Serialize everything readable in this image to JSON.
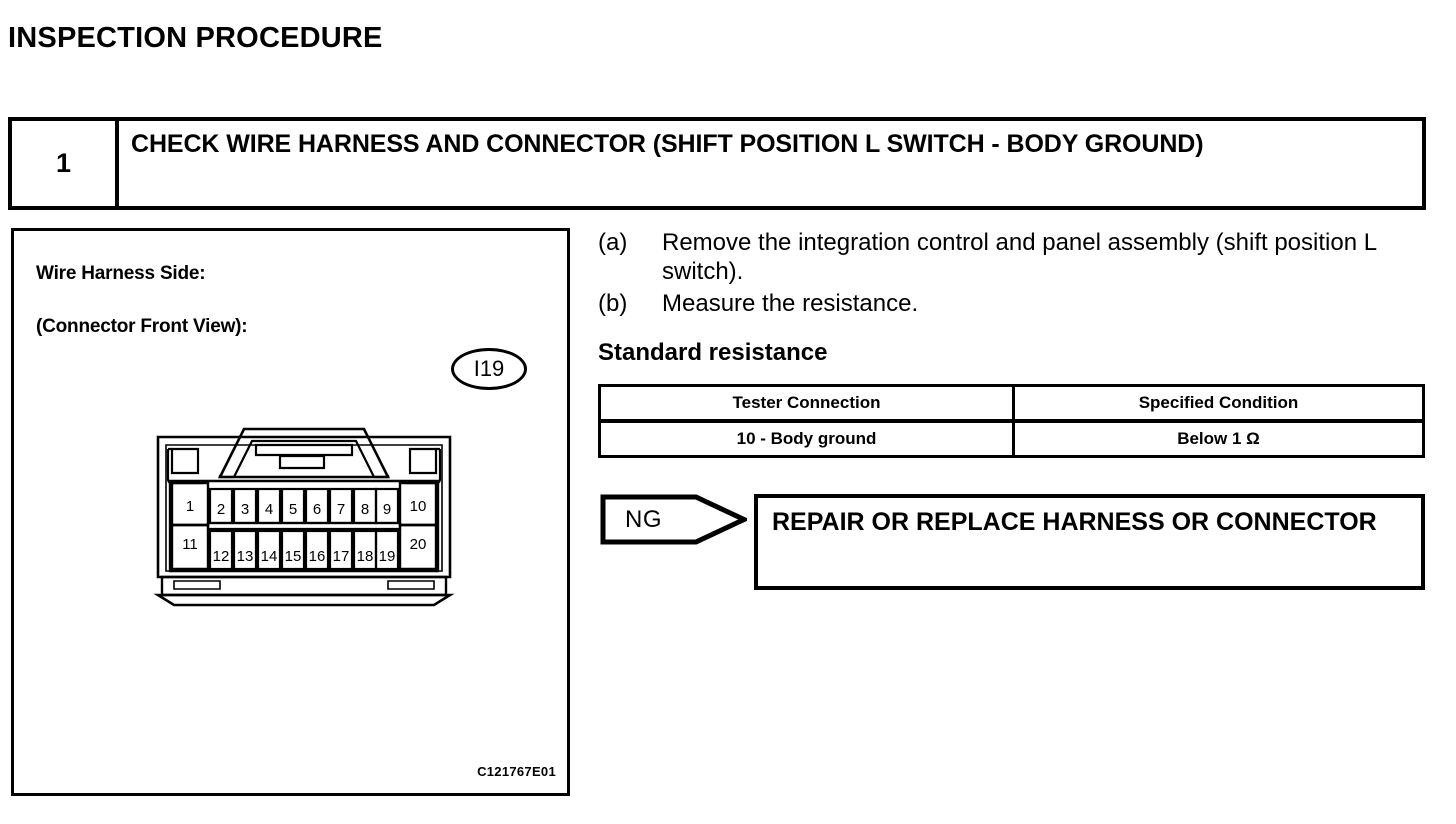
{
  "page_title": "INSPECTION PROCEDURE",
  "step": {
    "number": "1",
    "title": "CHECK WIRE HARNESS AND CONNECTOR (SHIFT POSITION L SWITCH - BODY GROUND)"
  },
  "figure": {
    "caption_line1": "Wire Harness Side:",
    "caption_line2": "(Connector Front View):",
    "connector_code": "I19",
    "figure_code": "C121767E01",
    "connector": {
      "top_row_pins": [
        "1",
        "2",
        "3",
        "4",
        "5",
        "6",
        "7",
        "8",
        "9",
        "10"
      ],
      "bottom_row_pins": [
        "11",
        "12",
        "13",
        "14",
        "15",
        "16",
        "17",
        "18",
        "19",
        "20"
      ]
    }
  },
  "procedure": {
    "items": [
      {
        "marker": "(a)",
        "text": "Remove the integration control and panel assembly (shift position L switch)."
      },
      {
        "marker": "(b)",
        "text": "Measure the resistance."
      }
    ],
    "standard_heading": "Standard resistance"
  },
  "spec_table": {
    "headers": [
      "Tester Connection",
      "Specified Condition"
    ],
    "rows": [
      [
        "10 - Body ground",
        "Below 1 Ω"
      ]
    ]
  },
  "result": {
    "judgement": "NG",
    "action": "REPAIR OR REPLACE HARNESS OR CONNECTOR"
  }
}
